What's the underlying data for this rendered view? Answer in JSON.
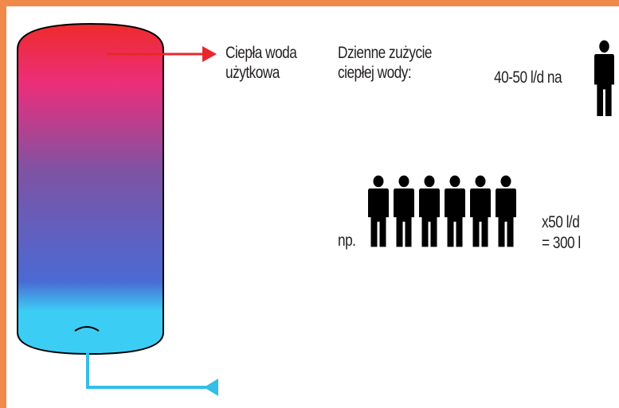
{
  "colors": {
    "frame": "#f08a4b",
    "tank_top": "#ee2b2b",
    "tank_upper": "#ec2e7a",
    "tank_middle": "#7d53a4",
    "tank_lower": "#4a6ad4",
    "tank_bottom": "#3ccdf5",
    "hot_arrow": "#e8272c",
    "cold_pipe": "#34bde8",
    "person": "#000000",
    "text": "#231f20"
  },
  "icons": [
    "hot-water-arrow-icon",
    "cold-water-inlet-icon",
    "person-icon"
  ],
  "hot_water_label_line1": "Ciepła woda",
  "hot_water_label_line2": "użytkowa",
  "daily_usage_line1": "Dzienne zużycie",
  "daily_usage_line2": "ciepłej wody:",
  "per_person": "40-50 l/d na",
  "example_prefix": "np.",
  "example_people_count": 6,
  "example_calc_line1": "x50 l/d",
  "example_calc_line2": "= 300 l"
}
